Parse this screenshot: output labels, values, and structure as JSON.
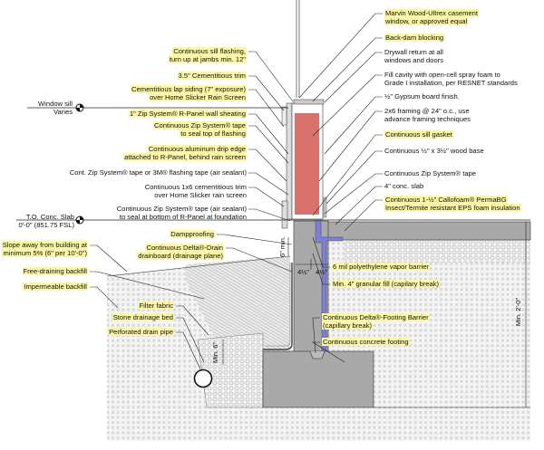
{
  "colors": {
    "highlight": "#fbf7a6",
    "insulation_red": "#d9716c",
    "foam_blue": "#7b7fd6",
    "concrete": "#a9a9a9"
  },
  "elevations": {
    "window_sill": [
      "Window sill",
      "Varies"
    ],
    "slab": [
      "T.O. Conc. Slab",
      "0'-0\" (851.75 FSL)"
    ]
  },
  "left_labels": [
    {
      "lines": [
        "Continuous sill flashing,",
        "turn up at jambs min. 12\""
      ],
      "highlight": true
    },
    {
      "lines": [
        "3.5\" Cementitious trim"
      ],
      "highlight": true
    },
    {
      "lines": [
        "Cementitious lap siding (7\" exposure)",
        "over Home Slicker Rain Screen"
      ],
      "highlight": true
    },
    {
      "lines": [
        "1\" Zip System® R-Panel wall sheating"
      ],
      "highlight": true
    },
    {
      "lines": [
        "Continuous Zip System® tape",
        "to seal top of flashing"
      ],
      "highlight": true
    },
    {
      "lines": [
        "Continuous aluminum drip edge",
        "attached to R-Panel, behind rain screen"
      ],
      "highlight": true
    },
    {
      "lines": [
        "Cont. Zip System® tape or 3M® flashing tape (air sealant)"
      ],
      "highlight": false
    },
    {
      "lines": [
        "Continuous 1x6 cementitious trim",
        "over Home Slicker rain screen"
      ],
      "highlight": false
    },
    {
      "lines": [
        "Continuous Zip System® tape (air sealant)",
        "to seal at bottom of R-Panel at foundation"
      ],
      "highlight": false
    },
    {
      "lines": [
        "Dampproofing"
      ],
      "highlight": true
    },
    {
      "lines": [
        "Continuous Delta®-Drain",
        "drainboard (drainage plane)"
      ],
      "highlight": true
    },
    {
      "lines": [
        "Slope away from building at",
        "minimum 5% (6\" per 10'-0\")"
      ],
      "highlight": true
    },
    {
      "lines": [
        "Free-draining backfill"
      ],
      "highlight": true
    },
    {
      "lines": [
        "Impermeable backfill"
      ],
      "highlight": true
    },
    {
      "lines": [
        "Filter fabric"
      ],
      "highlight": true
    },
    {
      "lines": [
        "Stone drainage bed"
      ],
      "highlight": true
    },
    {
      "lines": [
        "Perforated drain pipe"
      ],
      "highlight": true
    }
  ],
  "right_labels": [
    {
      "lines": [
        "Marvin Wood-Ultrex casement",
        "window, or approved equal"
      ],
      "highlight": true
    },
    {
      "lines": [
        "Back-dam blocking"
      ],
      "highlight": true
    },
    {
      "lines": [
        "Drywall return at all",
        "windows and doors"
      ],
      "highlight": false
    },
    {
      "lines": [
        "Fill cavity with open-cell spray foam to",
        "Grade I installation, per RESNET standards"
      ],
      "highlight": false
    },
    {
      "lines": [
        "½\" Gypsum board finish."
      ],
      "highlight": false
    },
    {
      "lines": [
        "2x6 framing @ 24\" o.c., use",
        "advance framing techniques"
      ],
      "highlight": false
    },
    {
      "lines": [
        "Continuous sill gasket"
      ],
      "highlight": true
    },
    {
      "lines": [
        "Continuous ½\" x 3½\" wood base"
      ],
      "highlight": false
    },
    {
      "lines": [
        "Continuous Zip System® tape"
      ],
      "highlight": false
    },
    {
      "lines": [
        "4\" conc. slab"
      ],
      "highlight": false
    },
    {
      "lines": [
        "Continuous 1-½\" Callofoam® PermaBG",
        "Insect/Termite resistant EPS foam insulation"
      ],
      "highlight": true
    },
    {
      "lines": [
        "6 mil polyethylene vapor barrier"
      ],
      "highlight": true
    },
    {
      "lines": [
        "Min. 4\" granular fill (capilary break)"
      ],
      "highlight": true
    },
    {
      "lines": [
        "Continuous Delta®-Footing Barrier",
        "(capillary break)"
      ],
      "highlight": true
    },
    {
      "lines": [
        "Continuous concrete footing"
      ],
      "highlight": true
    }
  ],
  "dimensions": {
    "min_6_above_grade": "6\" min.",
    "wall_half_left": "4½\"",
    "wall_half_right": "4½\"",
    "pipe_cover": "Min. 6\"",
    "footing_depth": "Min. 2'-0\""
  }
}
